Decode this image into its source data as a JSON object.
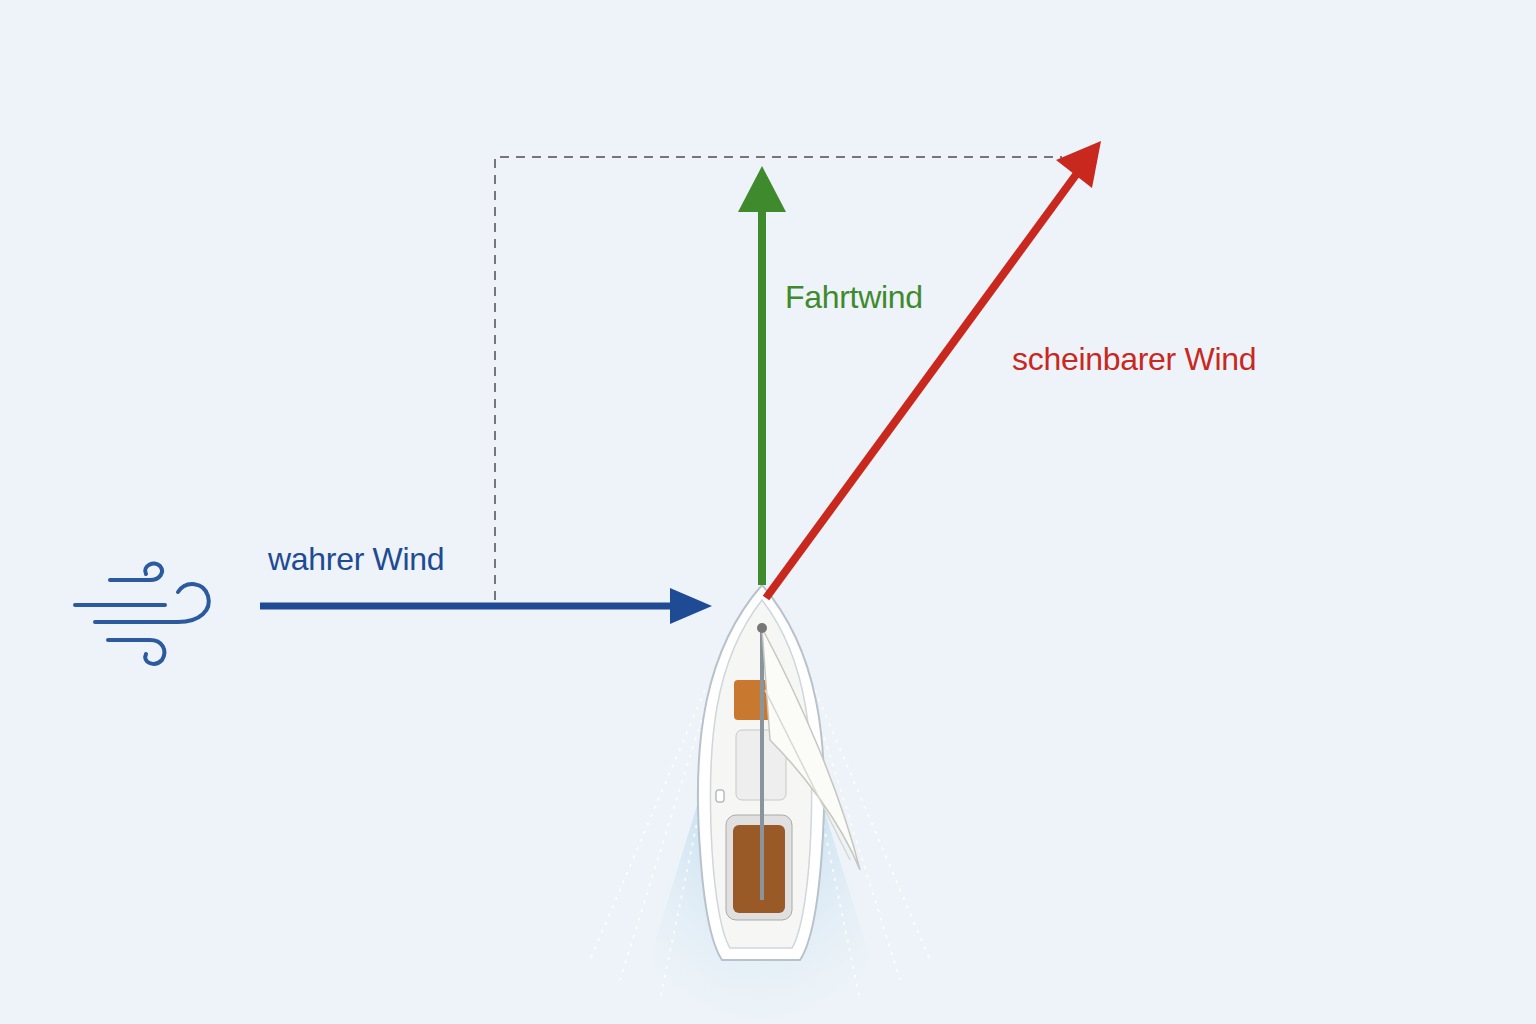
{
  "diagram": {
    "labels": [
      "wahrer Wind",
      "Fahrtwind",
      "scheinbarer Wind"
    ]
  }
}
